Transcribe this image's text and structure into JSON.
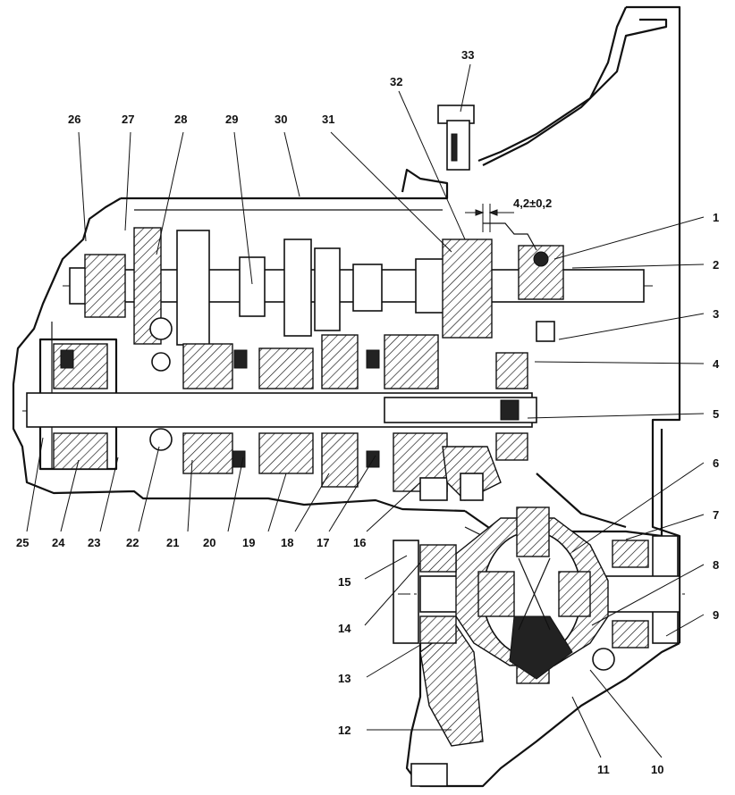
{
  "callouts": [
    {
      "n": "1"
    },
    {
      "n": "2"
    },
    {
      "n": "3"
    },
    {
      "n": "4"
    },
    {
      "n": "5"
    },
    {
      "n": "6"
    },
    {
      "n": "7"
    },
    {
      "n": "8"
    },
    {
      "n": "9"
    },
    {
      "n": "10"
    },
    {
      "n": "11"
    },
    {
      "n": "12"
    },
    {
      "n": "13"
    },
    {
      "n": "14"
    },
    {
      "n": "15"
    },
    {
      "n": "16"
    },
    {
      "n": "17"
    },
    {
      "n": "18"
    },
    {
      "n": "19"
    },
    {
      "n": "20"
    },
    {
      "n": "21"
    },
    {
      "n": "22"
    },
    {
      "n": "23"
    },
    {
      "n": "24"
    },
    {
      "n": "25"
    },
    {
      "n": "26"
    },
    {
      "n": "27"
    },
    {
      "n": "28"
    },
    {
      "n": "29"
    },
    {
      "n": "30"
    },
    {
      "n": "31"
    },
    {
      "n": "32"
    },
    {
      "n": "33"
    }
  ],
  "dimension": {
    "text": "4,2±0,2"
  }
}
